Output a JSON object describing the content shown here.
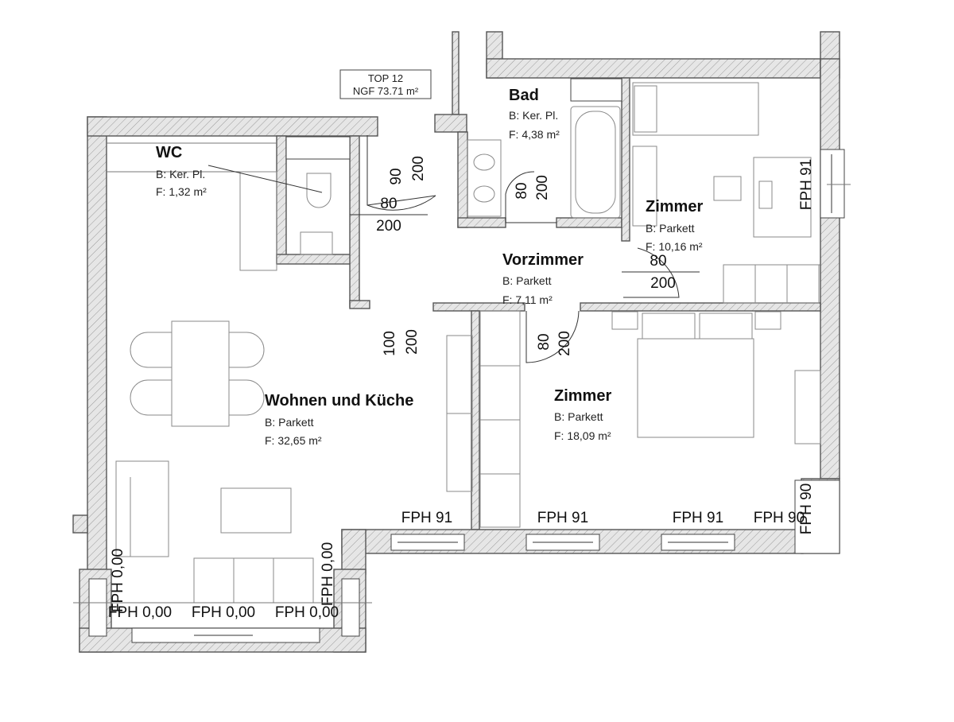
{
  "top_box": {
    "line1": "TOP 12",
    "line2": "NGF 73.71 m²"
  },
  "rooms": {
    "wc": {
      "name": "WC",
      "floor": "B: Ker. Pl.",
      "area": "F: 1,32 m²"
    },
    "bad": {
      "name": "Bad",
      "floor": "B: Ker. Pl.",
      "area": "F: 4,38 m²"
    },
    "zimmer_top": {
      "name": "Zimmer",
      "floor": "B: Parkett",
      "area": "F: 10,16 m²"
    },
    "vorzimmer": {
      "name": "Vorzimmer",
      "floor": "B: Parkett",
      "area": "F: 7,11 m²"
    },
    "wohnen": {
      "name": "Wohnen und Küche",
      "floor": "B: Parkett",
      "area": "F: 32,65 m²"
    },
    "zimmer_bottom": {
      "name": "Zimmer",
      "floor": "B: Parkett",
      "area": "F: 18,09 m²"
    }
  },
  "doors": {
    "entrance": {
      "width": "90",
      "height": "200"
    },
    "wc": {
      "width": "80",
      "height": "200"
    },
    "bad": {
      "width": "80",
      "height": "200"
    },
    "zimmer_top": {
      "width": "80",
      "height": "200"
    },
    "wohnen": {
      "width": "100",
      "height": "200"
    },
    "zimmer_bottom": {
      "width": "80",
      "height": "200"
    }
  },
  "windows": {
    "right_top": "FPH 91",
    "south_1": "FPH 91",
    "south_2": "FPH 91",
    "south_3": "FPH 91",
    "south_4": "FPH 90",
    "right_bottom": "FPH 90",
    "bay_left_vertical": "FPH 0,00",
    "bay_right_vertical": "FPH 0,00",
    "bay_1": "FPH 0,00",
    "bay_2": "FPH 0,00",
    "bay_3": "FPH 0,00"
  }
}
